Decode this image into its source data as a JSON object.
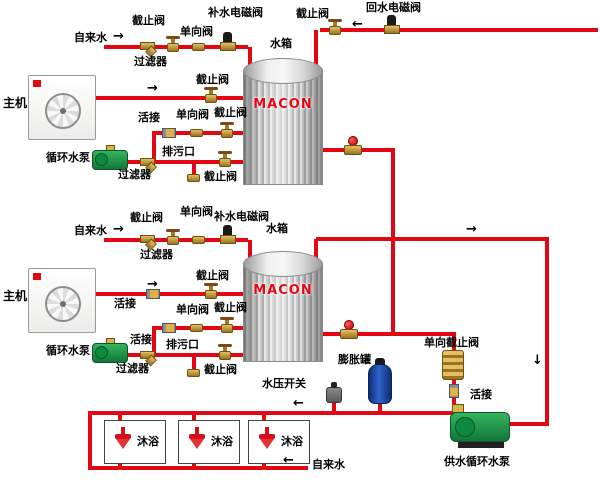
{
  "colors": {
    "pipe_red": "#e30613",
    "brass_gold": "#c8a23c",
    "pump_green": "#1d9e4a",
    "expansion_blue": "#2f63cc",
    "shower_red": "#d40f17"
  },
  "icons": {
    "arrow_right": "→",
    "arrow_left": "←",
    "arrow_down": "↓"
  },
  "system1": {
    "main_unit": "主机",
    "tap_water": "自来水",
    "tank": "水箱",
    "tank_brand": "MACON",
    "top_stop_valve": "截止阀",
    "top_check_valve": "单向阀",
    "fill_solenoid_valve": "补水电磁阀",
    "top_filter": "过滤器",
    "return_stop_valve": "截止阀",
    "return_solenoid_valve": "回水电磁阀",
    "hot_stop_valve": "截止阀",
    "union": "活接",
    "mid_check_valve": "单向阀",
    "mid_stop_valve": "截止阀",
    "circ_pump": "循环水泵",
    "drain_outlet": "排污口",
    "bottom_filter": "过滤器",
    "drain_stop_valve": "截止阀"
  },
  "system2": {
    "main_unit": "主机",
    "tap_water": "自来水",
    "tank": "水箱",
    "tank_brand": "MACON",
    "top_stop_valve": "截止阀",
    "top_check_valve": "单向阀",
    "fill_solenoid_valve": "补水电磁阀",
    "top_filter": "过滤器",
    "hot_stop_valve": "截止阀",
    "hot_union": "活接",
    "mid_check_valve": "单向阀",
    "mid_stop_valve": "截止阀",
    "union": "活接",
    "circ_pump": "循环水泵",
    "drain_outlet": "排污口",
    "bottom_filter": "过滤器",
    "drain_stop_valve": "截止阀"
  },
  "bottom": {
    "expansion_tank": "膨胀罐",
    "pressure_switch": "水压开关",
    "oneway_stop_valve": "单向截止阀",
    "union": "活接",
    "supply_pump": "供水循环水泵",
    "showers": [
      "沐浴",
      "沐浴",
      "沐浴"
    ],
    "tap_water": "自来水"
  }
}
